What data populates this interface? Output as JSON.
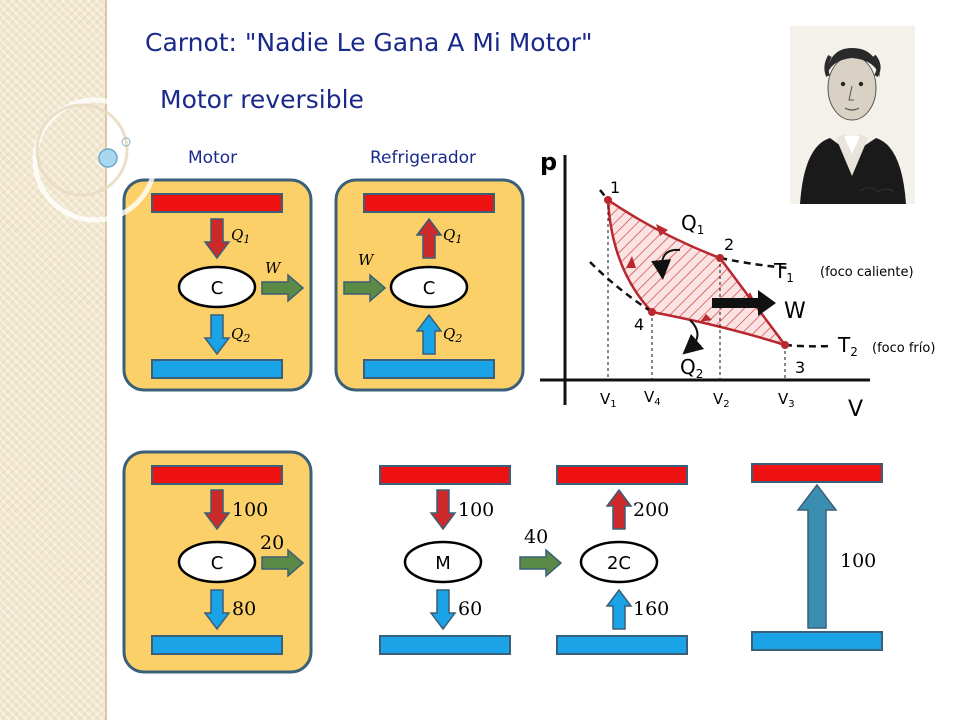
{
  "title": "Carnot: \"Nadie Le Gana A Mi Motor\"",
  "subtitle": "Motor reversible",
  "motor_label": "Motor",
  "refrigerator_label": "Refrigerador",
  "motor": {
    "engine": "C",
    "q_hot": "Q",
    "q_hot_sub": "1",
    "q_cold": "Q",
    "q_cold_sub": "2",
    "work": "W"
  },
  "refrigerator": {
    "engine": "C",
    "q_hot": "Q",
    "q_hot_sub": "1",
    "q_cold": "Q",
    "q_cold_sub": "2",
    "work": "W"
  },
  "example_motor": {
    "engine": "C",
    "q_hot": "100",
    "work": "20",
    "q_cold": "80"
  },
  "combined": {
    "motor_engine": "M",
    "motor_q_hot": "100",
    "motor_q_cold": "60",
    "work": "40",
    "fridge_engine": "2C",
    "fridge_q_hot": "200",
    "fridge_q_cold": "160"
  },
  "net_heat": "100",
  "pv": {
    "p_axis": "p",
    "v_axis": "V",
    "q1": "Q",
    "q1_sub": "1",
    "q2": "Q",
    "q2_sub": "2",
    "t1": "T",
    "t1_sub": "1",
    "t2": "T",
    "t2_sub": "2",
    "hot_source": "(foco caliente)",
    "cold_source": "(foco frío)",
    "work": "W",
    "points": [
      "1",
      "2",
      "3",
      "4"
    ],
    "v_ticks": [
      {
        "v": "V",
        "sub": "1"
      },
      {
        "v": "V",
        "sub": "4"
      },
      {
        "v": "V",
        "sub": "2"
      },
      {
        "v": "V",
        "sub": "3"
      }
    ]
  },
  "colors": {
    "hot": "#ee1111",
    "cold": "#1aa3e6",
    "work_arrow": "#5a8a45",
    "panel": "#fbd068",
    "panel_border": "#3a5f78",
    "title": "#1a2a8a"
  }
}
